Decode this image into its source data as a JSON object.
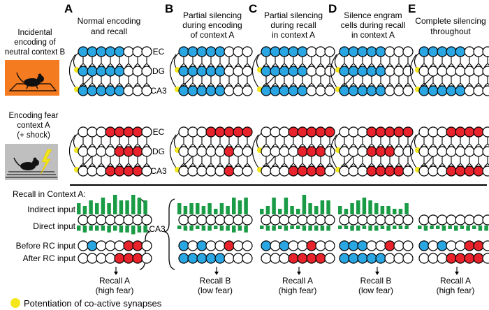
{
  "panels": [
    {
      "letter": "A",
      "title": [
        "Normal encoding",
        "and recall"
      ],
      "rowB": {
        "EC": "BBBBBWWW",
        "DG": "BBBBBWWW",
        "CA3": "BBBBBWWW"
      },
      "rowA": {
        "EC": "WWWRRRRW",
        "DG": "WWWWRRRW",
        "CA3": "WWWRRRRW"
      },
      "bars": [
        4,
        3,
        5,
        4,
        6,
        4,
        7,
        5,
        5,
        7,
        6,
        5
      ],
      "dbars": [
        3,
        4,
        3,
        3,
        3,
        4,
        3,
        4,
        4,
        5,
        4,
        4
      ],
      "before": "WBWWWRRW",
      "after": "WWWWRRRW",
      "recall": [
        "Recall A",
        "(high fear)"
      ]
    },
    {
      "letter": "B",
      "title": [
        "Partial silencing",
        "during encoding",
        "of context A"
      ],
      "rowB": {
        "EC": "BBBBBWWW",
        "DG": "BBBBBWWW",
        "CA3": "BBBBBWWW"
      },
      "rowA": {
        "EC": "WWWRRRRR",
        "DG": "WWWWWRWW",
        "CA3": "WWWWWRWW"
      },
      "bars": [
        4,
        3,
        4,
        4,
        3,
        4,
        2,
        4,
        3,
        6,
        5,
        6
      ],
      "dbars": [
        2,
        3,
        3,
        2,
        3,
        3,
        2,
        3,
        3,
        4,
        3,
        4
      ],
      "before": "BWBWWRWW",
      "after": "BBBBBWWW",
      "recall": [
        "Recall B",
        "(low fear)"
      ]
    },
    {
      "letter": "C",
      "title": [
        "Partial silencing",
        "during recall",
        "in context A"
      ],
      "rowB": {
        "EC": "BBBBBWWW",
        "DG": "BBBBBWWW",
        "CA3": "BBBBBWWW"
      },
      "rowA": {
        "EC": "WWWRRRRR",
        "DG": "WWWWRRRW",
        "CA3": "WWWRRRRW"
      },
      "bars": [
        2,
        3,
        6,
        2,
        6,
        3,
        2,
        7,
        4,
        3,
        5,
        5
      ],
      "dbars": [
        2,
        3,
        3,
        2,
        3,
        2,
        2,
        3,
        3,
        3,
        3,
        3
      ],
      "before": "BWBWWRWW",
      "after": "WWWRRRRW",
      "recall": [
        "Recall A",
        "(high fear)"
      ]
    },
    {
      "letter": "D",
      "title": [
        "Silence engram",
        "cells during recall",
        "in context A"
      ],
      "rowB": {
        "EC": "BBBBBWWW",
        "DG": "BBBBBWWW",
        "CA3": "BBBBBWWW"
      },
      "rowA": {
        "EC": "WWWRRRRR",
        "DG": "WWWRRRWW",
        "CA3": "WWWRRRRW"
      },
      "bars": [
        3,
        2,
        4,
        5,
        6,
        5,
        4,
        3,
        3,
        2,
        2,
        4
      ],
      "dbars": [
        2,
        2,
        3,
        3,
        2,
        3,
        3,
        2,
        3,
        2,
        2,
        2
      ],
      "before": "BBBWWRWW",
      "after": "BBBBBWWW",
      "recall": [
        "Recall B",
        "(low fear)"
      ]
    },
    {
      "letter": "E",
      "title": [
        "Complete silencing",
        "throughout"
      ],
      "rowB": {
        "EC": "BBBBBWWW",
        "DG": "WWWWWWWW",
        "CA3": "BBBBBWWW"
      },
      "rowA": {
        "EC": "WWWRRRRW",
        "DG": "WWWWWWWW",
        "CA3": "WWWRRRRW"
      },
      "bars": [
        0,
        0,
        0,
        0,
        0,
        0,
        0,
        0,
        0,
        0,
        0,
        0
      ],
      "dbars": [
        2,
        3,
        2,
        2,
        3,
        2,
        3,
        2,
        3,
        2,
        3,
        3
      ],
      "before": "BWBWWRRW",
      "after": "WWWRRRRW",
      "recall": [
        "Recall A",
        "(high fear)"
      ]
    }
  ],
  "layers": [
    "EC",
    "DG",
    "CA3"
  ],
  "leftLabels": {
    "contextB": [
      "Incidental",
      "encoding of",
      "neutral context B"
    ],
    "contextA": [
      "Encoding fear",
      "context A",
      "(+ shock)"
    ]
  },
  "recallSection": {
    "heading": "Recall in Context A:",
    "indirect": "Indirect input",
    "direct": "Direct input",
    "before": "Before RC input",
    "after": "After RC input",
    "ca3": "CA3"
  },
  "legend": "Potentiation of co-active synapses",
  "colors": {
    "blue": "#2aa6e3",
    "red": "#e8232b",
    "green": "#1a9c46",
    "yellow": "#f3e61a",
    "orange": "#f47b20",
    "gray": "#bfbfbf"
  }
}
